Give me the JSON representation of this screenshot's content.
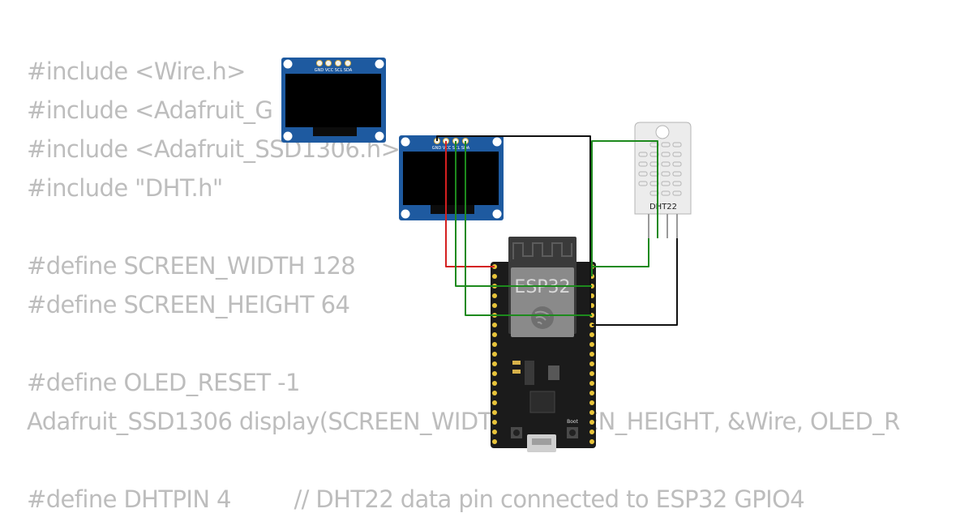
{
  "code": {
    "lines": [
      "#include <Wire.h>",
      "#include <Adafruit_G",
      "#include <Adafruit_SSD1306.h>",
      "#include \"DHT.h\"",
      "#define SCREEN_WIDTH 128",
      "#define SCREEN_HEIGHT 64",
      "#define OLED_RESET -1",
      "Adafruit_SSD1306 display(SCREEN_WIDTH, SCREEN_HEIGHT, &Wire, OLED_R",
      "#define DHTPIN 4         // DHT22 data pin connected to ESP32 GPIO4"
    ]
  },
  "oled1": {
    "pin_labels": "GND VCC SCL SDA"
  },
  "oled2": {
    "pin_labels": "GND VCC SCL SDA"
  },
  "esp32": {
    "chip_label": "ESP32",
    "boot_label": "Boot"
  },
  "dht22": {
    "label": "DHT22"
  },
  "colors": {
    "board_blue": "#1e5aa0",
    "pcb_black": "#1b1b1b",
    "pin_gold": "#e8c43a",
    "wire_red": "#d42020",
    "wire_green": "#1d8a1d",
    "wire_black": "#111111",
    "code_gray": "#bdbdbd"
  }
}
